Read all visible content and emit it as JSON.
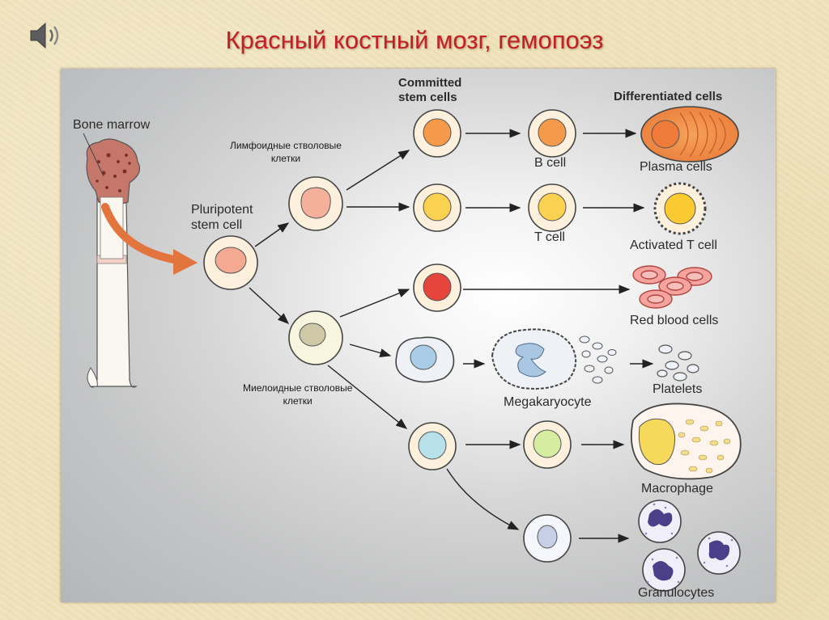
{
  "slide": {
    "title": "Красный костный мозг, гемопоэз"
  },
  "icons": {
    "sound": "speaker-icon"
  },
  "headers": {
    "committed": "Committed\nstem cells",
    "differentiated": "Differentiated cells"
  },
  "labels": {
    "bone_marrow": "Bone marrow",
    "pluripotent": "Pluripotent\nstem cell",
    "lymphoid": "Лимфоидные стволовые\nклетки",
    "myeloid": "Миелоидные стволовые\nклетки",
    "b_cell": "B cell",
    "t_cell": "T cell",
    "plasma_cells": "Plasma cells",
    "activated_t_cell": "Activated T cell",
    "red_blood_cells": "Red blood cells",
    "megakaryocyte": "Megakaryocyte",
    "platelets": "Platelets",
    "macrophage": "Macrophage",
    "granulocytes": "Granulocytes"
  }
}
